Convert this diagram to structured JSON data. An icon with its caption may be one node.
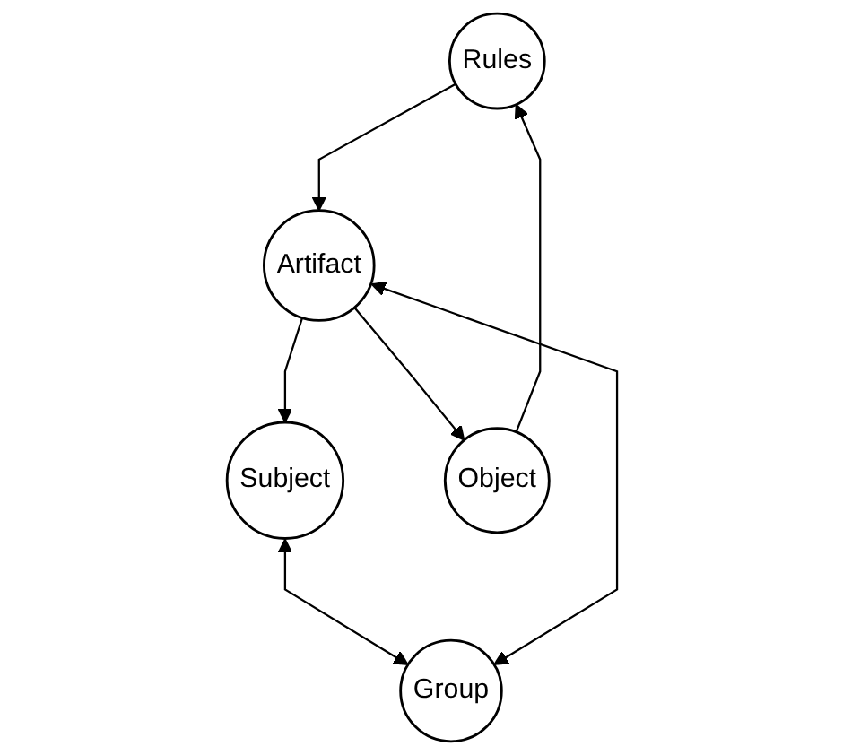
{
  "diagram": {
    "nodes": [
      {
        "text": [
          "Rules"
        ]
      },
      {
        "text": [
          "Subject"
        ]
      },
      {
        "text": [
          "Artifact"
        ]
      },
      {
        "text": [
          "Object"
        ]
      },
      {
        "text": [
          "Group"
        ]
      }
    ],
    "edges": [
      {
        "from": 0,
        "to": 2,
        "arrow": "to"
      },
      {
        "from": 3,
        "to": 0,
        "arrow": "to"
      },
      {
        "from": 2,
        "to": 1,
        "arrow": "to"
      },
      {
        "from": 2,
        "to": 3,
        "arrow": "to"
      },
      {
        "from": 1,
        "to": 4,
        "arrow": "both"
      },
      {
        "from": 2,
        "to": 4,
        "arrow": "both"
      }
    ]
  }
}
